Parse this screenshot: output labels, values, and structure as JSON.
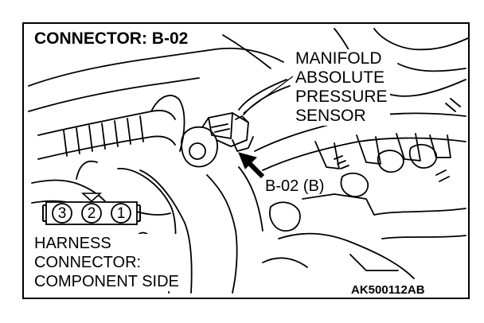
{
  "title": "CONNECTOR: B-02",
  "sensor_label": [
    "MANIFOLD",
    "ABSOLUTE",
    "PRESSURE",
    "SENSOR"
  ],
  "callout": "B-02 (B)",
  "harness_label": [
    "HARNESS",
    "CONNECTOR:",
    "COMPONENT SIDE"
  ],
  "diagram_code": "AK500112AB",
  "connector_pins": [
    "3",
    "2",
    "1"
  ]
}
